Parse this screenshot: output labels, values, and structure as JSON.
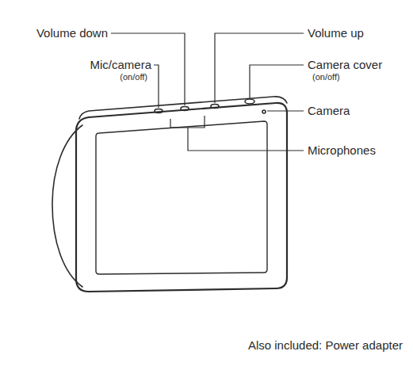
{
  "diagram": {
    "labels": [
      "Volume down",
      "Volume up",
      "Mic/camera",
      "(on/off)",
      "Camera cover",
      "(on/off)",
      "Camera",
      "Microphones",
      "Also included: Power adapter"
    ]
  }
}
